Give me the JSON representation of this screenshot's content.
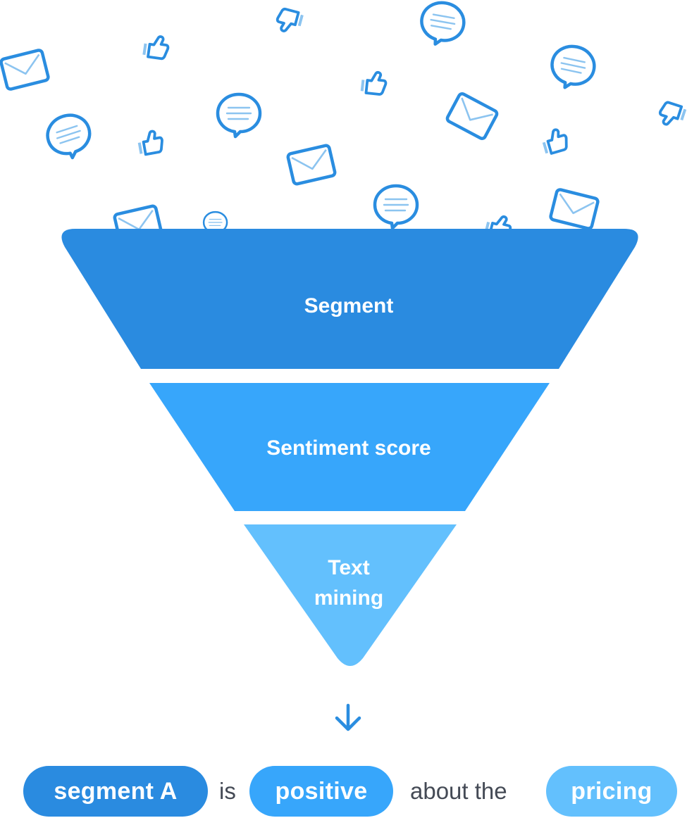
{
  "funnel": {
    "stages": [
      {
        "label": "Segment",
        "color": "#2a8be0"
      },
      {
        "label": "Sentiment score",
        "color": "#37a6fb"
      },
      {
        "label_lines": [
          "Text",
          "mining"
        ],
        "color": "#63c0fd"
      }
    ]
  },
  "icons": {
    "envelope": "envelope-icon",
    "speech_bubble": "speech-bubble-icon",
    "thumbs_up": "thumbs-up-icon",
    "thumbs_down": "thumbs-down-icon",
    "color": "#2a8de0"
  },
  "arrow": {
    "icon": "arrow-down-icon",
    "color": "#2a8de0"
  },
  "sentence": {
    "segment": {
      "text": "segment A",
      "color": "#2a8be0"
    },
    "is": "is",
    "sentiment": {
      "text": "positive",
      "color": "#37a6fb"
    },
    "about": "about the",
    "topic": {
      "text": "pricing",
      "color": "#63c0fd"
    }
  }
}
